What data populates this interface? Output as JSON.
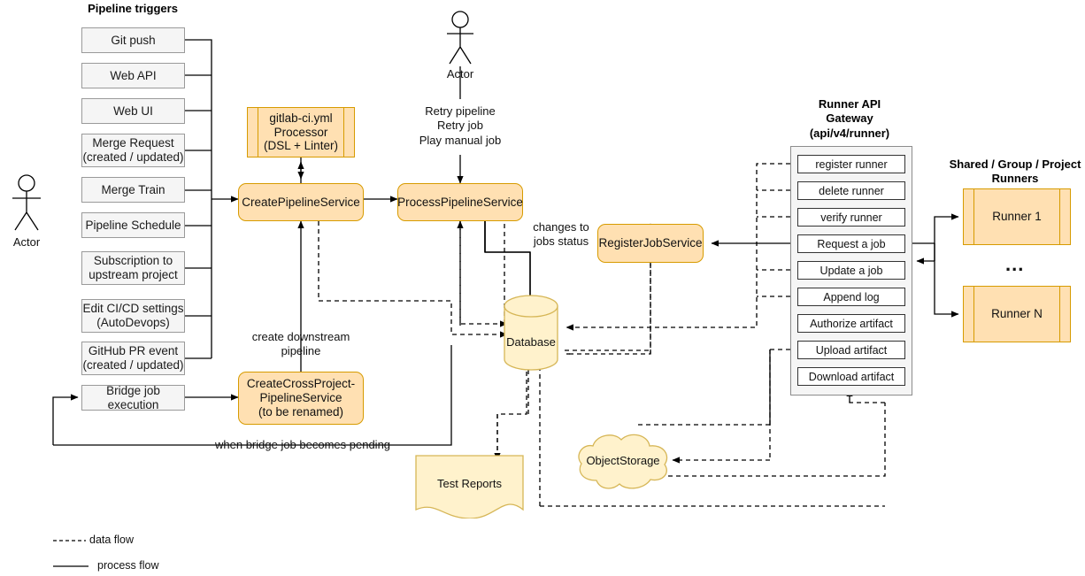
{
  "titles": {
    "pipeline_triggers": "Pipeline triggers",
    "runner_api_gateway": "Runner API\nGateway\n(api/v4/runner)",
    "runner_api_gateway_l1": "Runner API",
    "runner_api_gateway_l2": "Gateway",
    "runner_api_gateway_l3": "(api/v4/runner)",
    "runners_group_l1": "Shared / Group / Project",
    "runners_group_l2": "Runners"
  },
  "triggers": [
    {
      "label": "Git push"
    },
    {
      "label": "Web API"
    },
    {
      "label": "Web UI"
    },
    {
      "label": "Merge Request\n(created / updated)"
    },
    {
      "label": "Merge Train"
    },
    {
      "label": "Pipeline Schedule"
    },
    {
      "label": "Subscription to\nupstream project"
    },
    {
      "label": "Edit CI/CD settings\n(AutoDevops)"
    },
    {
      "label": "GitHub PR event\n(created / updated)"
    },
    {
      "label": "Bridge job execution"
    }
  ],
  "services": {
    "yml_processor": "gitlab-ci.yml\nProcessor\n(DSL + Linter)",
    "create_pipeline": "CreatePipelineService",
    "process_pipeline": "ProcessPipelineService",
    "register_job": "RegisterJobService",
    "cross_project": "CreateCrossProject-\nPipelineService\n(to be renamed)"
  },
  "stores": {
    "database": "Database",
    "test_reports": "Test Reports",
    "object_storage": "ObjectStorage"
  },
  "actors": {
    "left": "Actor",
    "top": "Actor"
  },
  "api_endpoints": [
    {
      "label": "register runner"
    },
    {
      "label": "delete runner"
    },
    {
      "label": "verify runner"
    },
    {
      "label": "Request a job"
    },
    {
      "label": "Update a job"
    },
    {
      "label": "Append log"
    },
    {
      "label": "Authorize artifact"
    },
    {
      "label": "Upload artifact"
    },
    {
      "label": "Download artifact"
    }
  ],
  "runners": [
    {
      "label": "Runner 1"
    },
    {
      "label": "Runner N"
    }
  ],
  "runners_ellipsis": "...",
  "edge_labels": {
    "retry": "Retry pipeline\nRetry job\nPlay manual job",
    "retry_l1": "Retry pipeline",
    "retry_l2": "Retry job",
    "retry_l3": "Play manual job",
    "changes_to_jobs_status_l1": "changes to",
    "changes_to_jobs_status_l2": "jobs status",
    "create_downstream_l1": "create downstream",
    "create_downstream_l2": "pipeline",
    "bridge_pending": "when bridge job becomes pending"
  },
  "legend": [
    {
      "type": "dashed",
      "label": "data flow"
    },
    {
      "type": "solid",
      "label": "process flow"
    }
  ],
  "colors": {
    "service_fill": "#ffe0b2",
    "service_stroke": "#d79b00",
    "store_fill": "#fff2cc",
    "store_stroke": "#d6b656",
    "trigger_fill": "#f5f5f5",
    "trigger_stroke": "#9a9a9a",
    "gateway_fill": "#f5f5f5",
    "line": "#000000"
  }
}
